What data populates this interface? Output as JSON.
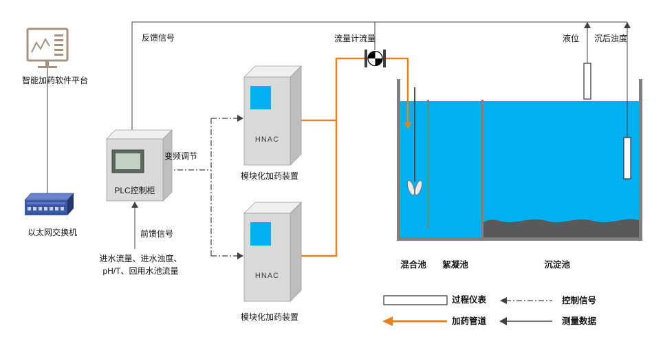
{
  "colors": {
    "water": "#00B0F0",
    "dosing_pipe": "#E8821E",
    "control_line": "#404040",
    "sediment": "#595959",
    "tank_wall": "#7F7F7F",
    "cabinet_front": "#DADADA",
    "switch_blue": "#3A57A7",
    "monitor_outline": "#A3927D",
    "hnac_panel_blue": "#00B0F0"
  },
  "devices": {
    "software_platform": {
      "label": "智能加药软件平台"
    },
    "ethernet_switch": {
      "label": "以太网交换机"
    },
    "plc_cabinet": {
      "label": "PLC控制柜"
    },
    "dosing_module_1": {
      "model": "HNAC",
      "label": "模块化加药装置"
    },
    "dosing_module_2": {
      "model": "HNAC",
      "label": "模块化加药装置"
    },
    "flow_meter": {
      "label": "流量计流量"
    },
    "level_sensor": {
      "label": "液位"
    },
    "turbidity_sensor": {
      "label": "沉后浊度"
    }
  },
  "signals": {
    "feedback": "反馈信号",
    "frequency_regulation": "变频调节",
    "feedforward": "前馈信号",
    "feedforward_inputs": [
      "进水流量、进水浊度、",
      "pH/T、回用水池流量"
    ]
  },
  "pools": {
    "mixing": "混合池",
    "flocculation": "絮凝池",
    "sedimentation": "沉淀池"
  },
  "legend": [
    {
      "key": "process_instrument",
      "label": "过程仪表"
    },
    {
      "key": "control_signal",
      "label": "控制信号"
    },
    {
      "key": "dosing_pipe",
      "label": "加药管道"
    },
    {
      "key": "measurement_data",
      "label": "测量数据"
    }
  ]
}
